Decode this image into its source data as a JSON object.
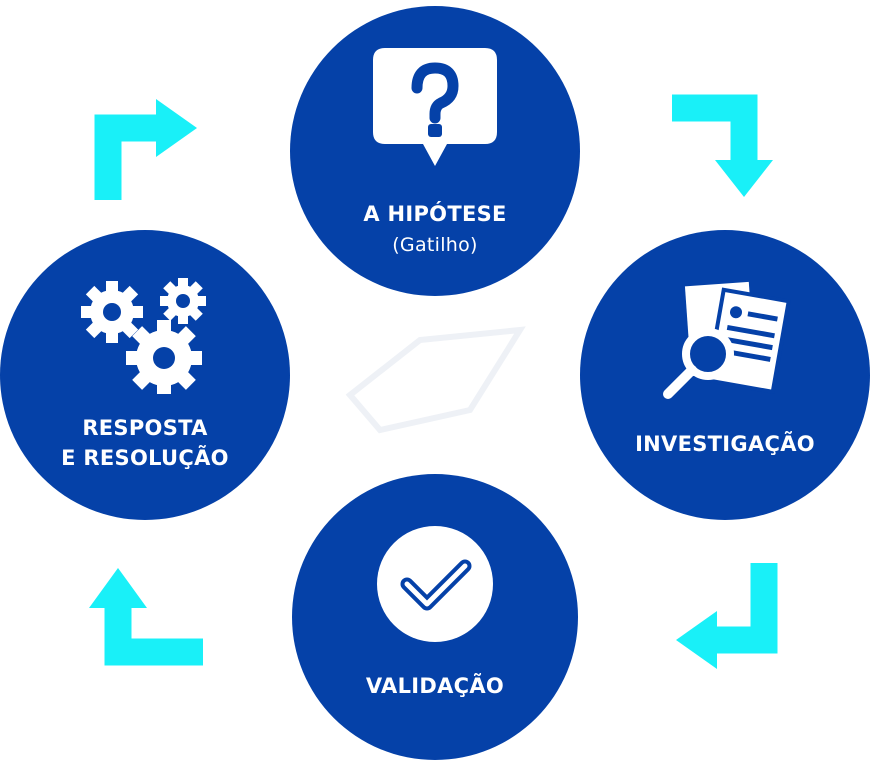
{
  "diagram": {
    "colors": {
      "node": "#0541a8",
      "arrow": "#19f0f8",
      "icon": "#ffffff"
    },
    "nodes": [
      {
        "id": "hipotese",
        "title": "A HIPÓTESE",
        "subtitle": "(Gatilho)",
        "icon": "question-bubble-icon"
      },
      {
        "id": "investigacao",
        "title": "INVESTIGAÇÃO",
        "icon": "document-magnifier-icon"
      },
      {
        "id": "validacao",
        "title": "VALIDAÇÃO",
        "icon": "checkmark-circle-icon"
      },
      {
        "id": "resposta",
        "title_line1": "RESPOSTA",
        "title_line2": "E RESOLUÇÃO",
        "icon": "gears-icon"
      }
    ],
    "arrows": [
      "hipotese->investigacao",
      "investigacao->validacao",
      "validacao->resposta",
      "resposta->hipotese"
    ]
  }
}
